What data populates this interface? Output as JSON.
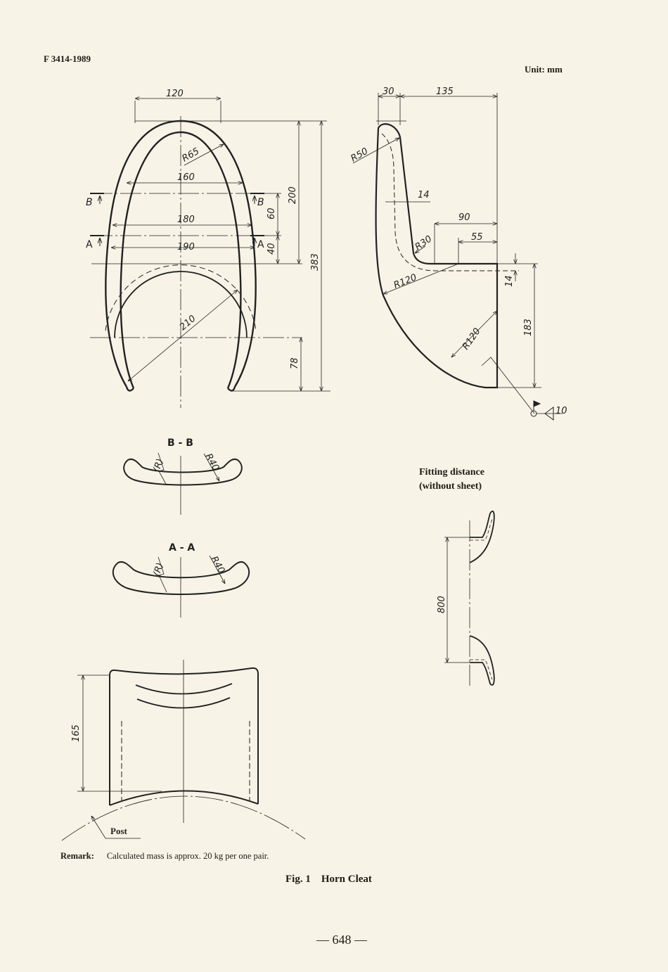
{
  "header": {
    "standard_number": "F 3414-1989",
    "unit": "Unit: mm"
  },
  "front_view": {
    "dims": {
      "top_width": "120",
      "radius_top": "R65",
      "width_1": "160",
      "width_2": "180",
      "width_3": "190",
      "height_200": "200",
      "height_60": "60",
      "height_40": "40",
      "height_383": "383",
      "diameter_210": "210",
      "height_78": "78"
    },
    "section_marks": {
      "b_left": "B",
      "b_right": "B",
      "a_left": "A",
      "a_right": "A"
    }
  },
  "side_view": {
    "dims": {
      "top_30": "30",
      "top_135": "135",
      "radius_50": "R50",
      "thickness_14": "14",
      "width_90": "90",
      "width_55": "55",
      "radius_30": "R30",
      "radius_120_upper": "R120",
      "radius_120_lower": "R120",
      "height_14": "14",
      "height_183": "183",
      "weld_size": "10"
    }
  },
  "sections": {
    "bb": {
      "title": "B - B",
      "radius_r": "(R)",
      "radius_40": "R40"
    },
    "aa": {
      "title": "A - A",
      "radius_r": "(R)",
      "radius_40": "R40"
    }
  },
  "fitting": {
    "title_line1": "Fitting distance",
    "title_line2": "(without sheet)",
    "distance": "800"
  },
  "bottom_view": {
    "height": "165",
    "post_label": "Post"
  },
  "remark": {
    "label": "Remark:",
    "text": "Calculated mass is approx. 20 kg per one pair."
  },
  "figure": {
    "caption": "Fig. 1    Horn Cleat"
  },
  "footer": {
    "page_number": "— 648 —"
  },
  "colors": {
    "paper": "#f7f3e6",
    "ink": "#1f1b16"
  }
}
